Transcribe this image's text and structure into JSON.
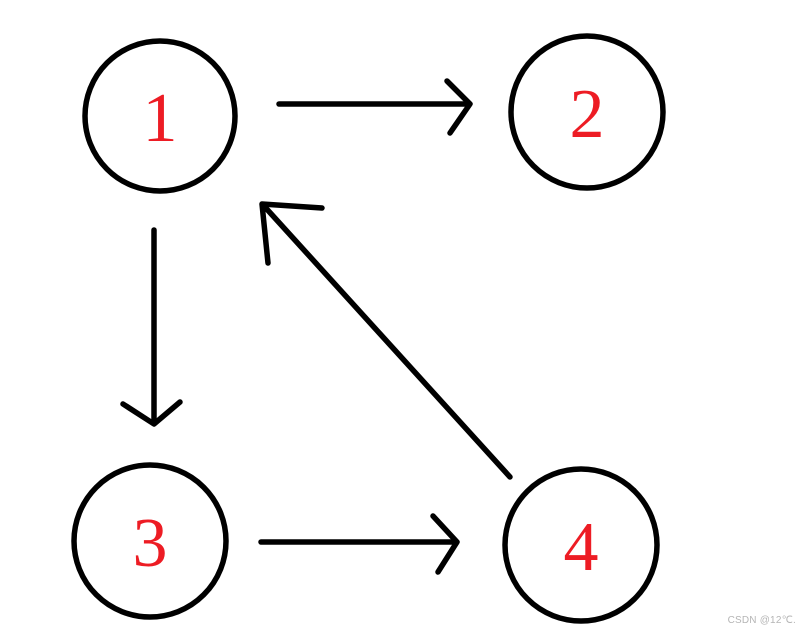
{
  "diagram": {
    "type": "directed-graph",
    "background_color": "#ffffff",
    "node_fill": "#ffffff",
    "node_stroke": "#000000",
    "label_color": "#ed1c24",
    "edge_color": "#000000",
    "nodes": [
      {
        "id": "1",
        "label": "1"
      },
      {
        "id": "2",
        "label": "2"
      },
      {
        "id": "3",
        "label": "3"
      },
      {
        "id": "4",
        "label": "4"
      }
    ],
    "edges": [
      {
        "from": "1",
        "to": "2"
      },
      {
        "from": "1",
        "to": "3"
      },
      {
        "from": "3",
        "to": "4"
      },
      {
        "from": "4",
        "to": "1"
      }
    ]
  },
  "watermark": {
    "text": "CSDN @12℃."
  }
}
